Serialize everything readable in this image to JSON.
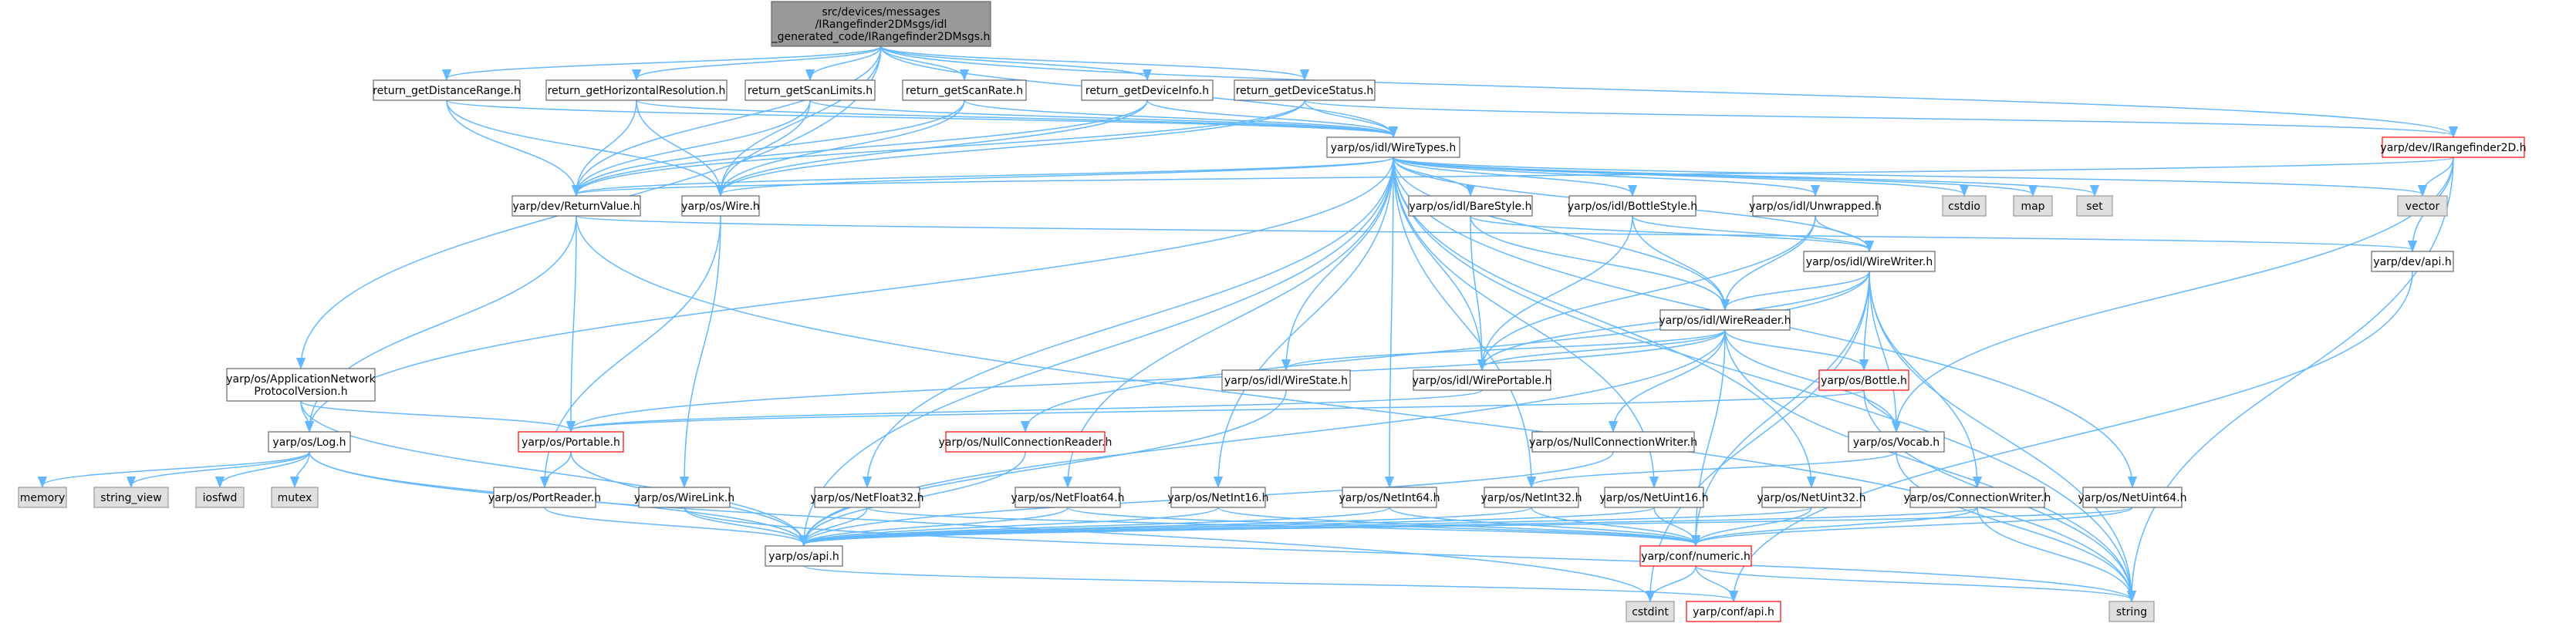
{
  "colors": {
    "edge": "#63b8ff",
    "root_fill": "#999999",
    "root_border": "#666666",
    "node_fill": "#ffffff",
    "node_border": "#666666",
    "external_fill": "#e0e0e0",
    "external_border": "#999999",
    "truncated_border": "#ff0000",
    "truncated_text": "#000000",
    "text": "#000000"
  },
  "nodes": [
    {
      "id": "root",
      "kind": "root",
      "lines": [
        "src/devices/messages",
        "/IRangefinder2DMsgs/idl",
        "_generated_code/IRangefinder2DMsgs.h"
      ]
    },
    {
      "id": "ret_distrange",
      "kind": "node",
      "lines": [
        "return_getDistanceRange.h"
      ]
    },
    {
      "id": "ret_horizres",
      "kind": "node",
      "lines": [
        "return_getHorizontalResolution.h"
      ]
    },
    {
      "id": "ret_scanlimits",
      "kind": "node",
      "lines": [
        "return_getScanLimits.h"
      ]
    },
    {
      "id": "ret_scanrate",
      "kind": "node",
      "lines": [
        "return_getScanRate.h"
      ]
    },
    {
      "id": "ret_devinfo",
      "kind": "node",
      "lines": [
        "return_getDeviceInfo.h"
      ]
    },
    {
      "id": "ret_devstatus",
      "kind": "node",
      "lines": [
        "return_getDeviceStatus.h"
      ]
    },
    {
      "id": "wiretypes",
      "kind": "node",
      "lines": [
        "yarp/os/idl/WireTypes.h"
      ]
    },
    {
      "id": "irangefinder",
      "kind": "truncated",
      "lines": [
        "yarp/dev/IRangefinder2D.h"
      ]
    },
    {
      "id": "returnvalue",
      "kind": "node",
      "lines": [
        "yarp/dev/ReturnValue.h"
      ]
    },
    {
      "id": "wire",
      "kind": "node",
      "lines": [
        "yarp/os/Wire.h"
      ]
    },
    {
      "id": "barestyle",
      "kind": "node",
      "lines": [
        "yarp/os/idl/BareStyle.h"
      ]
    },
    {
      "id": "bottlestyle",
      "kind": "node",
      "lines": [
        "yarp/os/idl/BottleStyle.h"
      ]
    },
    {
      "id": "unwrapped",
      "kind": "node",
      "lines": [
        "yarp/os/idl/Unwrapped.h"
      ]
    },
    {
      "id": "cstdio",
      "kind": "external",
      "lines": [
        "cstdio"
      ]
    },
    {
      "id": "map",
      "kind": "external",
      "lines": [
        "map"
      ]
    },
    {
      "id": "set",
      "kind": "external",
      "lines": [
        "set"
      ]
    },
    {
      "id": "vector",
      "kind": "external",
      "lines": [
        "vector"
      ]
    },
    {
      "id": "wirewriter",
      "kind": "node",
      "lines": [
        "yarp/os/idl/WireWriter.h"
      ]
    },
    {
      "id": "devapi",
      "kind": "node",
      "lines": [
        "yarp/dev/api.h"
      ]
    },
    {
      "id": "wirereader",
      "kind": "node",
      "lines": [
        "yarp/os/idl/WireReader.h"
      ]
    },
    {
      "id": "appnet",
      "kind": "node",
      "lines": [
        "yarp/os/ApplicationNetwork",
        "ProtocolVersion.h"
      ]
    },
    {
      "id": "wirestate",
      "kind": "node",
      "lines": [
        "yarp/os/idl/WireState.h"
      ]
    },
    {
      "id": "wireportable",
      "kind": "node",
      "lines": [
        "yarp/os/idl/WirePortable.h"
      ]
    },
    {
      "id": "bottle",
      "kind": "truncated",
      "lines": [
        "yarp/os/Bottle.h"
      ]
    },
    {
      "id": "log",
      "kind": "node",
      "lines": [
        "yarp/os/Log.h"
      ]
    },
    {
      "id": "portable",
      "kind": "truncated",
      "lines": [
        "yarp/os/Portable.h"
      ]
    },
    {
      "id": "nullconnreader",
      "kind": "truncated",
      "lines": [
        "yarp/os/NullConnectionReader.h"
      ]
    },
    {
      "id": "nullconnwriter",
      "kind": "node",
      "lines": [
        "yarp/os/NullConnectionWriter.h"
      ]
    },
    {
      "id": "vocab",
      "kind": "node",
      "lines": [
        "yarp/os/Vocab.h"
      ]
    },
    {
      "id": "memory",
      "kind": "external",
      "lines": [
        "memory"
      ]
    },
    {
      "id": "string_view",
      "kind": "external",
      "lines": [
        "string_view"
      ]
    },
    {
      "id": "iosfwd",
      "kind": "external",
      "lines": [
        "iosfwd"
      ]
    },
    {
      "id": "mutex",
      "kind": "external",
      "lines": [
        "mutex"
      ]
    },
    {
      "id": "portreader",
      "kind": "node",
      "lines": [
        "yarp/os/PortReader.h"
      ]
    },
    {
      "id": "wirelink",
      "kind": "node",
      "lines": [
        "yarp/os/WireLink.h"
      ]
    },
    {
      "id": "netfloat32",
      "kind": "node",
      "lines": [
        "yarp/os/NetFloat32.h"
      ]
    },
    {
      "id": "netfloat64",
      "kind": "node",
      "lines": [
        "yarp/os/NetFloat64.h"
      ]
    },
    {
      "id": "netint16",
      "kind": "node",
      "lines": [
        "yarp/os/NetInt16.h"
      ]
    },
    {
      "id": "netint64",
      "kind": "node",
      "lines": [
        "yarp/os/NetInt64.h"
      ]
    },
    {
      "id": "netint32",
      "kind": "node",
      "lines": [
        "yarp/os/NetInt32.h"
      ]
    },
    {
      "id": "netuint16",
      "kind": "node",
      "lines": [
        "yarp/os/NetUint16.h"
      ]
    },
    {
      "id": "netuint32",
      "kind": "node",
      "lines": [
        "yarp/os/NetUint32.h"
      ]
    },
    {
      "id": "connwriter",
      "kind": "node",
      "lines": [
        "yarp/os/ConnectionWriter.h"
      ]
    },
    {
      "id": "netuint64",
      "kind": "node",
      "lines": [
        "yarp/os/NetUint64.h"
      ]
    },
    {
      "id": "osapi",
      "kind": "node",
      "lines": [
        "yarp/os/api.h"
      ]
    },
    {
      "id": "numeric",
      "kind": "truncated",
      "lines": [
        "yarp/conf/numeric.h"
      ]
    },
    {
      "id": "cstdint",
      "kind": "external",
      "lines": [
        "cstdint"
      ]
    },
    {
      "id": "confapi",
      "kind": "truncated",
      "lines": [
        "yarp/conf/api.h"
      ]
    },
    {
      "id": "string",
      "kind": "external",
      "lines": [
        "string"
      ]
    }
  ],
  "edges": [
    [
      "root",
      "ret_distrange"
    ],
    [
      "root",
      "ret_horizres"
    ],
    [
      "root",
      "ret_scanlimits"
    ],
    [
      "root",
      "ret_scanrate"
    ],
    [
      "root",
      "ret_devinfo"
    ],
    [
      "root",
      "ret_devstatus"
    ],
    [
      "root",
      "wiretypes"
    ],
    [
      "root",
      "returnvalue"
    ],
    [
      "root",
      "wire"
    ],
    [
      "root",
      "appnet"
    ],
    [
      "root",
      "irangefinder"
    ],
    [
      "ret_distrange",
      "wiretypes"
    ],
    [
      "ret_distrange",
      "returnvalue"
    ],
    [
      "ret_distrange",
      "wire"
    ],
    [
      "ret_horizres",
      "wiretypes"
    ],
    [
      "ret_horizres",
      "returnvalue"
    ],
    [
      "ret_horizres",
      "wire"
    ],
    [
      "ret_scanlimits",
      "wiretypes"
    ],
    [
      "ret_scanlimits",
      "returnvalue"
    ],
    [
      "ret_scanlimits",
      "wire"
    ],
    [
      "ret_scanrate",
      "wiretypes"
    ],
    [
      "ret_scanrate",
      "returnvalue"
    ],
    [
      "ret_scanrate",
      "wire"
    ],
    [
      "ret_devinfo",
      "wiretypes"
    ],
    [
      "ret_devinfo",
      "returnvalue"
    ],
    [
      "ret_devinfo",
      "wire"
    ],
    [
      "ret_devstatus",
      "wiretypes"
    ],
    [
      "ret_devstatus",
      "returnvalue"
    ],
    [
      "ret_devstatus",
      "wire"
    ],
    [
      "ret_devstatus",
      "irangefinder"
    ],
    [
      "wiretypes",
      "returnvalue"
    ],
    [
      "wiretypes",
      "wire"
    ],
    [
      "wiretypes",
      "barestyle"
    ],
    [
      "wiretypes",
      "bottlestyle"
    ],
    [
      "wiretypes",
      "unwrapped"
    ],
    [
      "wiretypes",
      "cstdio"
    ],
    [
      "wiretypes",
      "map"
    ],
    [
      "wiretypes",
      "set"
    ],
    [
      "wiretypes",
      "vector"
    ],
    [
      "wiretypes",
      "wirewriter"
    ],
    [
      "wiretypes",
      "wirereader"
    ],
    [
      "wiretypes",
      "wirestate"
    ],
    [
      "wiretypes",
      "wireportable"
    ],
    [
      "wiretypes",
      "log"
    ],
    [
      "wiretypes",
      "netfloat32"
    ],
    [
      "wiretypes",
      "netfloat64"
    ],
    [
      "wiretypes",
      "netint16"
    ],
    [
      "wiretypes",
      "netint64"
    ],
    [
      "wiretypes",
      "netint32"
    ],
    [
      "wiretypes",
      "netuint16"
    ],
    [
      "wiretypes",
      "netuint32"
    ],
    [
      "wiretypes",
      "netuint64"
    ],
    [
      "wiretypes",
      "osapi"
    ],
    [
      "wiretypes",
      "string"
    ],
    [
      "irangefinder",
      "returnvalue"
    ],
    [
      "irangefinder",
      "vector"
    ],
    [
      "irangefinder",
      "devapi"
    ],
    [
      "irangefinder",
      "vocab"
    ],
    [
      "irangefinder",
      "string"
    ],
    [
      "returnvalue",
      "log"
    ],
    [
      "returnvalue",
      "portable"
    ],
    [
      "returnvalue",
      "devapi"
    ],
    [
      "returnvalue",
      "string"
    ],
    [
      "wire",
      "portreader"
    ],
    [
      "wire",
      "wirelink"
    ],
    [
      "barestyle",
      "wirewriter"
    ],
    [
      "barestyle",
      "wirereader"
    ],
    [
      "barestyle",
      "wireportable"
    ],
    [
      "bottlestyle",
      "wirewriter"
    ],
    [
      "bottlestyle",
      "wirereader"
    ],
    [
      "bottlestyle",
      "wireportable"
    ],
    [
      "unwrapped",
      "wirewriter"
    ],
    [
      "unwrapped",
      "wirereader"
    ],
    [
      "unwrapped",
      "wireportable"
    ],
    [
      "wirewriter",
      "wirereader"
    ],
    [
      "wirewriter",
      "bottle"
    ],
    [
      "wirewriter",
      "nullconnreader"
    ],
    [
      "wirewriter",
      "vocab"
    ],
    [
      "wirewriter",
      "connwriter"
    ],
    [
      "wirewriter",
      "wireportable"
    ],
    [
      "wirewriter",
      "string"
    ],
    [
      "wirewriter",
      "numeric"
    ],
    [
      "wirewriter",
      "cstdint"
    ],
    [
      "devapi",
      "confapi"
    ],
    [
      "wirereader",
      "wirestate"
    ],
    [
      "wirereader",
      "wireportable"
    ],
    [
      "wirereader",
      "bottle"
    ],
    [
      "wirereader",
      "nullconnwriter"
    ],
    [
      "wirereader",
      "vocab"
    ],
    [
      "wirereader",
      "osapi"
    ],
    [
      "wirereader",
      "numeric"
    ],
    [
      "wirereader",
      "string"
    ],
    [
      "wirereader",
      "portable"
    ],
    [
      "appnet",
      "log"
    ],
    [
      "appnet",
      "portable"
    ],
    [
      "appnet",
      "osapi"
    ],
    [
      "wirestate",
      "osapi"
    ],
    [
      "wireportable",
      "portable"
    ],
    [
      "bottle",
      "portable"
    ],
    [
      "bottle",
      "vocab"
    ],
    [
      "bottle",
      "string"
    ],
    [
      "log",
      "memory"
    ],
    [
      "log",
      "string_view"
    ],
    [
      "log",
      "iosfwd"
    ],
    [
      "log",
      "mutex"
    ],
    [
      "log",
      "osapi"
    ],
    [
      "log",
      "cstdint"
    ],
    [
      "portable",
      "portreader"
    ],
    [
      "portable",
      "osapi"
    ],
    [
      "nullconnreader",
      "osapi"
    ],
    [
      "nullconnwriter",
      "osapi"
    ],
    [
      "vocab",
      "netint32"
    ],
    [
      "vocab",
      "string"
    ],
    [
      "portreader",
      "osapi"
    ],
    [
      "wirelink",
      "osapi"
    ],
    [
      "wirelink",
      "string"
    ],
    [
      "netfloat32",
      "osapi"
    ],
    [
      "netfloat32",
      "numeric"
    ],
    [
      "netfloat64",
      "osapi"
    ],
    [
      "netfloat64",
      "numeric"
    ],
    [
      "netint16",
      "osapi"
    ],
    [
      "netint16",
      "numeric"
    ],
    [
      "netint64",
      "osapi"
    ],
    [
      "netint64",
      "numeric"
    ],
    [
      "netint32",
      "osapi"
    ],
    [
      "netint32",
      "numeric"
    ],
    [
      "netuint16",
      "osapi"
    ],
    [
      "netuint16",
      "numeric"
    ],
    [
      "netuint32",
      "osapi"
    ],
    [
      "netuint32",
      "numeric"
    ],
    [
      "netuint64",
      "osapi"
    ],
    [
      "netuint64",
      "numeric"
    ],
    [
      "connwriter",
      "osapi"
    ],
    [
      "connwriter",
      "numeric"
    ],
    [
      "connwriter",
      "string"
    ],
    [
      "osapi",
      "confapi"
    ],
    [
      "numeric",
      "cstdint"
    ],
    [
      "numeric",
      "confapi"
    ],
    [
      "numeric",
      "string"
    ]
  ]
}
